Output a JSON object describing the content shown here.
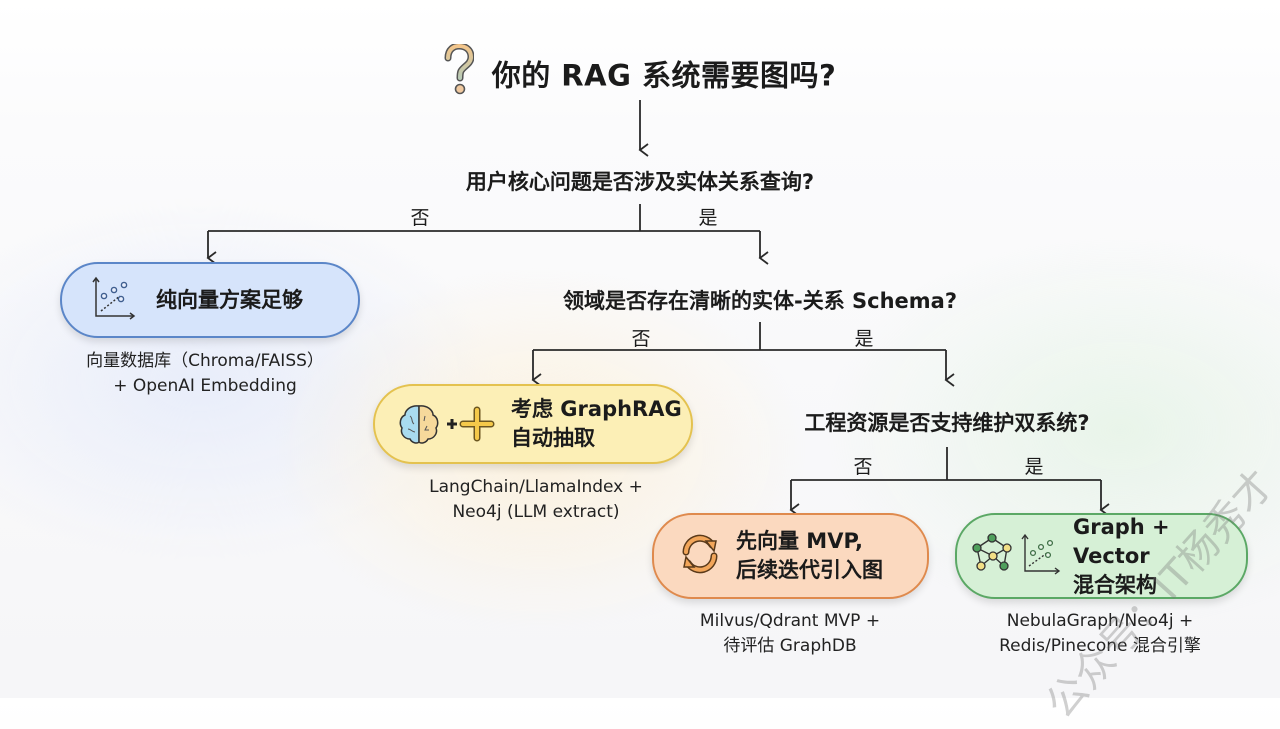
{
  "title": {
    "icon": "question-mark-icon",
    "text": "你的 RAG 系统需要图吗?"
  },
  "questions": [
    {
      "text": "用户核心问题是否涉及实体关系查询?",
      "no_label": "否",
      "yes_label": "是"
    },
    {
      "text": "领域是否存在清晰的实体-关系 Schema?",
      "no_label": "否",
      "yes_label": "是"
    },
    {
      "text": "工程资源是否支持维护双系统?",
      "no_label": "否",
      "yes_label": "是"
    }
  ],
  "outcomes": [
    {
      "id": "pure-vector",
      "icon": "scatter-plot-icon",
      "label_lines": [
        "纯向量方案足够"
      ],
      "detail_lines": [
        "向量数据库（Chroma/FAISS）",
        "+ OpenAI Embedding"
      ],
      "color": "#d6e4fb",
      "border_color": "#5b86c8"
    },
    {
      "id": "graphrag-auto-extract",
      "icon": "brain-plus-icon",
      "label_lines": [
        "考虑 GraphRAG",
        "自动抽取"
      ],
      "detail_lines": [
        "LangChain/LlamaIndex +",
        "Neo4j (LLM extract)"
      ],
      "color": "#fcefb6",
      "border_color": "#e4c24f"
    },
    {
      "id": "vector-mvp-first",
      "icon": "refresh-cycle-icon",
      "label_lines": [
        "先向量 MVP,",
        "后续迭代引入图"
      ],
      "detail_lines": [
        "Milvus/Qdrant MVP +",
        "待评估 GraphDB"
      ],
      "color": "#fbd9bf",
      "border_color": "#df8a4d"
    },
    {
      "id": "graph-vector-hybrid",
      "icon": "graph-network-icon",
      "label_lines": [
        "Graph + Vector",
        "混合架构"
      ],
      "detail_lines": [
        "NebulaGraph/Neo4j +",
        "Redis/Pinecone 混合引擎"
      ],
      "color": "#d6f0d6",
      "border_color": "#5ba865"
    }
  ],
  "watermark": "公众号：IT杨秀才"
}
